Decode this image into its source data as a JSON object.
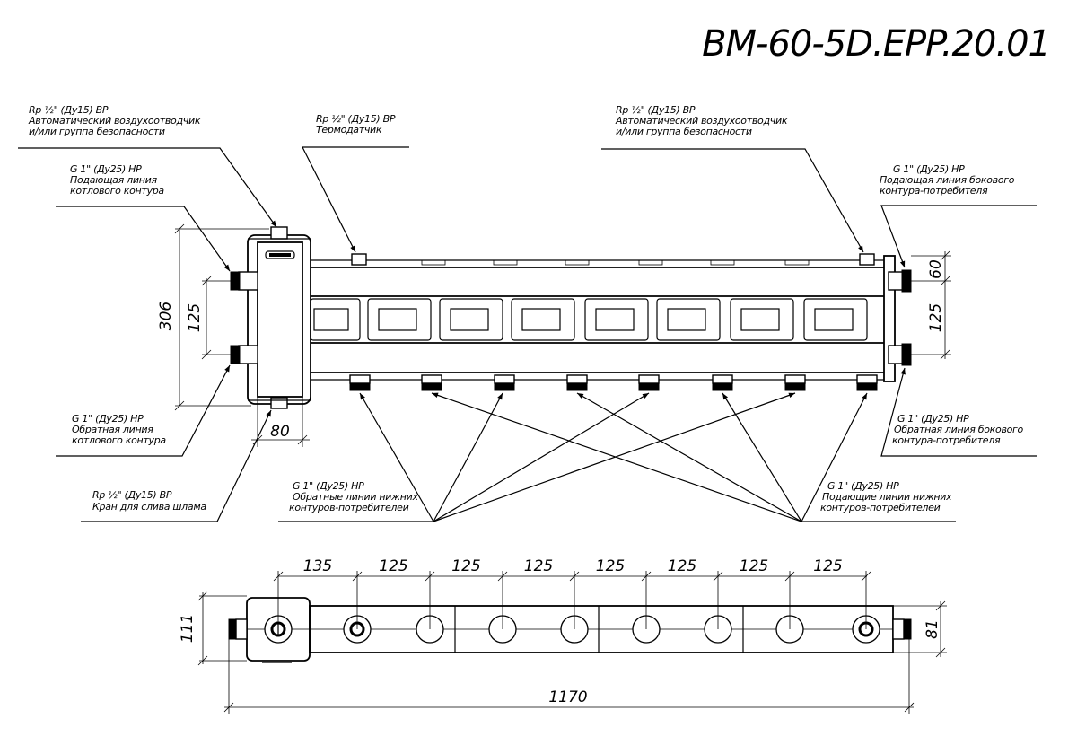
{
  "drawing": {
    "title": "ВМ-60-5D.EPP.20.01",
    "callouts": {
      "air_vent_left": {
        "line1": "Rp ½\" (Ду15) ВР",
        "line2": "Автоматический воздухоотводчик",
        "line3": "и/или группа безопасности"
      },
      "thermo_sensor": {
        "line1": "Rp ½\" (Ду15) ВР",
        "line2": "Термодатчик"
      },
      "air_vent_right": {
        "line1": "Rp ½\" (Ду15) ВР",
        "line2": "Автоматический воздухоотводчик",
        "line3": "и/или группа безопасности"
      },
      "boiler_supply": {
        "line1": "G 1\" (Ду25) НР",
        "line2": "Подающая линия",
        "line3": "котлового контура"
      },
      "side_supply": {
        "line1": "G 1\" (Ду25) НР",
        "line2": "Подающая линия бокового",
        "line3": "контура-потребителя"
      },
      "boiler_return": {
        "line1": "G 1\" (Ду25) НР",
        "line2": "Обратная линия",
        "line3": "котлового контура"
      },
      "side_return": {
        "line1": "G 1\" (Ду25) НР",
        "line2": "Обратная линия бокового",
        "line3": "контура-потребителя"
      },
      "sludge_drain": {
        "line1": "Rp ½\" (Ду15) ВР",
        "line2": "Кран для слива шлама"
      },
      "lower_returns": {
        "line1": "G 1\" (Ду25) НР",
        "line2": "Обратные линии нижних",
        "line3": "контуров-потребителей"
      },
      "lower_supplies": {
        "line1": "G 1\" (Ду25) НР",
        "line2": "Подающие линии нижних",
        "line3": "контуров-потребителей"
      }
    },
    "dimensions": {
      "height_total": "306",
      "boiler_spacing": "125",
      "separator_width": "80",
      "top_offset": "60",
      "side_spacing": "125",
      "plan_depth": "111",
      "plan_body_depth": "81",
      "total_length": "1170",
      "pitches": [
        "135",
        "125",
        "125",
        "125",
        "125",
        "125",
        "125",
        "125"
      ]
    }
  }
}
